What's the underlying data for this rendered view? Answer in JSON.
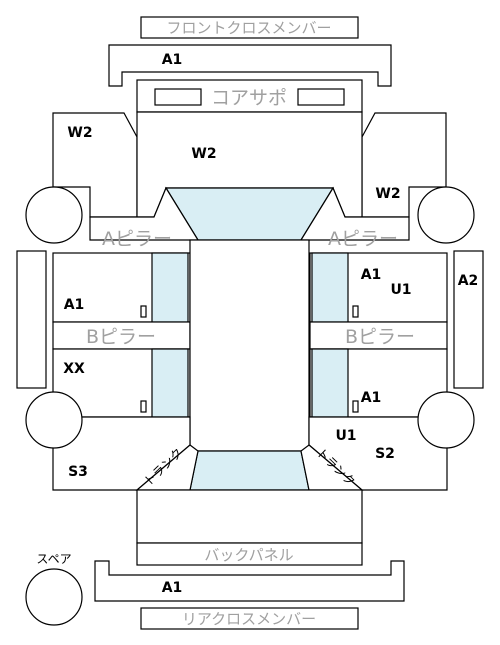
{
  "labels": {
    "front_cross_member": "フロントクロスメンバー",
    "core_support": "コアサポ",
    "a_pillar_left": "Aピラー",
    "a_pillar_right": "Aピラー",
    "b_pillar_left": "Bピラー",
    "b_pillar_right": "Bピラー",
    "back_panel": "バックパネル",
    "spare": "スペア",
    "rear_cross_member": "リアクロスメンバー",
    "trunk_left": "トランク",
    "trunk_right": "トランク"
  },
  "codes": {
    "front_member": "A1",
    "front_left": "W2",
    "hood": "W2",
    "front_right": "W2",
    "left_front_door": "A1",
    "left_rear_door": "XX",
    "right_front_door": "A1",
    "right_front_door_sub": "U1",
    "right_rocker": "A2",
    "right_rear_door": "A1",
    "right_rear_fender": "U1",
    "right_rear": "S2",
    "left_rear": "S3",
    "rear_member": "A1"
  },
  "colors": {
    "glass": "#d9eef4",
    "line": "#000000",
    "part_label": "#a0a0a0"
  }
}
